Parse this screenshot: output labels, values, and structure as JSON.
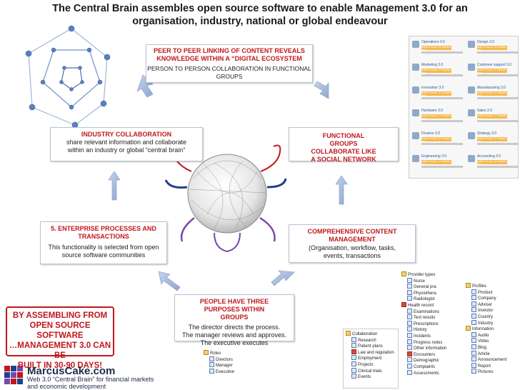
{
  "title": {
    "line1": "The Central Brain assembles open source software to enable Management 3.0 for an",
    "line2": "organisation, industry, national or global endeavour"
  },
  "boxes": {
    "top": {
      "heading": "PEER TO PEER LINKING OF CONTENT REVEALS KNOWLEDGE  WITHIN A “DIGITAL ECOSYSTEM",
      "body": "PERSON TO PERSON COLLABORATION IN FUNCTIONAL GROUPS"
    },
    "industry": {
      "heading": "INDUSTRY COLLABORATION",
      "body": "share relevant information and collaborate within an industry or global “central brain”"
    },
    "functional": {
      "heading": "FUNCTIONAL GROUPS COLLABORATE LIKE A SOCIAL NETWORK"
    },
    "enterprise": {
      "heading": "5. ENTERPRISE PROCESSES AND TRANSACTIONS",
      "body": "This functionality is selected from open source software communities"
    },
    "content": {
      "heading": "COMPREHENSIVE  CONTENT MANAGEMENT",
      "body": "(Organisation, workflow, tasks, events, transactions"
    },
    "people": {
      "heading": "PEOPLE HAVE THREE PURPOSES WITHIN GROUPS",
      "line1": "The director directs the process.",
      "line2": "The manager reviews and approves.",
      "line3": "The executive executes"
    }
  },
  "callout": {
    "line1": "BY ASSEMBLING FROM",
    "line2": "OPEN SOURCE SOFTWARE",
    "line3": "…MANAGEMENT 3.0 CAN BE",
    "line4": "BUILT IN 30-90 DAYS!"
  },
  "logo": {
    "name": "MarcusCake.com",
    "tag1": "Web 3.0 “Central Brain” for financial markets",
    "tag2": "and economic development"
  },
  "modules": [
    {
      "name": "Operations 3.0",
      "badge": "active 6 hours, 22 minutes ago"
    },
    {
      "name": "Design 3.0",
      "badge": "active 6 hours, 22 minutes ago"
    },
    {
      "name": "Marketing 3.0",
      "badge": "active 6 hours, 27 minutes ago"
    },
    {
      "name": "Customer support 3.0",
      "badge": "active 6 hours, 27 minutes ago"
    },
    {
      "name": "Innovation 3.0",
      "badge": "active 6 hours, 27 minutes ago"
    },
    {
      "name": "Manufacturing 3.0",
      "badge": "active 6 hours, 27 minutes ago"
    },
    {
      "name": "Hardware 3.0",
      "badge": "active 6 hours, 27 minutes ago"
    },
    {
      "name": "Sales 3.0",
      "badge": "active 6 hours, 27 minutes ago"
    },
    {
      "name": "Finance 3.0",
      "badge": "active 6 hours, 27 minutes ago"
    },
    {
      "name": "Strategy 3.0",
      "badge": "active 6 hours, 27 minutes ago"
    },
    {
      "name": "Engineering 3.0",
      "badge": "active 6 hours, 27 minutes ago"
    },
    {
      "name": "Accounting 3.0",
      "badge": "active 6 hours, 27 minutes ago"
    }
  ],
  "roles_tree": [
    "Roles",
    "Directors",
    "Manager",
    "Executive"
  ],
  "collab_tree": [
    "Collaboration",
    "Research",
    "Patient plans",
    "Law and regulation",
    "Employment",
    "Projects",
    "Clinical trials",
    "Events"
  ],
  "health_tree": [
    "Provider types",
    "Nurse",
    "General pra",
    "Physiothera",
    "Radiologist",
    "Health record",
    "Examinations",
    "Test results",
    "Prescriptions",
    "History",
    "Incidents",
    "Progress notes",
    "Other information",
    "Encounters",
    "Demographic",
    "Complaints",
    "Assessments"
  ],
  "profile_tree": [
    "Profiles",
    "Product",
    "Company",
    "Adviser",
    "Investor",
    "Country",
    "Industry",
    "Information",
    "Audio",
    "Video",
    "Blog",
    "Article",
    "Announcement",
    "Report",
    "Pictures"
  ]
}
